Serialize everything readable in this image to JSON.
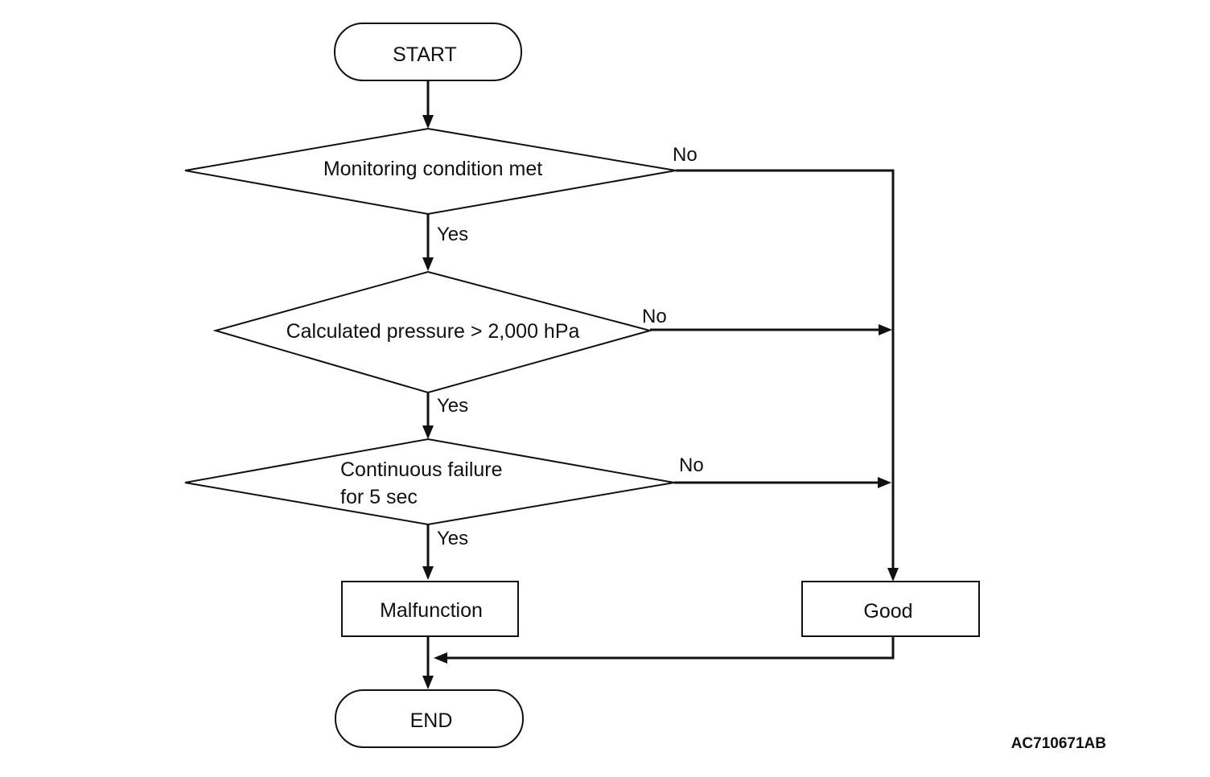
{
  "diagram": {
    "nodes": {
      "start": {
        "label": "START"
      },
      "monitoring": {
        "label": "Monitoring condition met"
      },
      "pressure": {
        "label": "Calculated pressure > 2,000 hPa"
      },
      "continuous": {
        "line1": "Continuous failure",
        "line2": "for 5 sec"
      },
      "malfunction": {
        "label": "Malfunction"
      },
      "good": {
        "label": "Good"
      },
      "end": {
        "label": "END"
      }
    },
    "edges": {
      "monitoring_no": "No",
      "monitoring_yes": "Yes",
      "pressure_no": "No",
      "pressure_yes": "Yes",
      "continuous_no": "No",
      "continuous_yes": "Yes"
    },
    "reference_code": "AC710671AB"
  }
}
